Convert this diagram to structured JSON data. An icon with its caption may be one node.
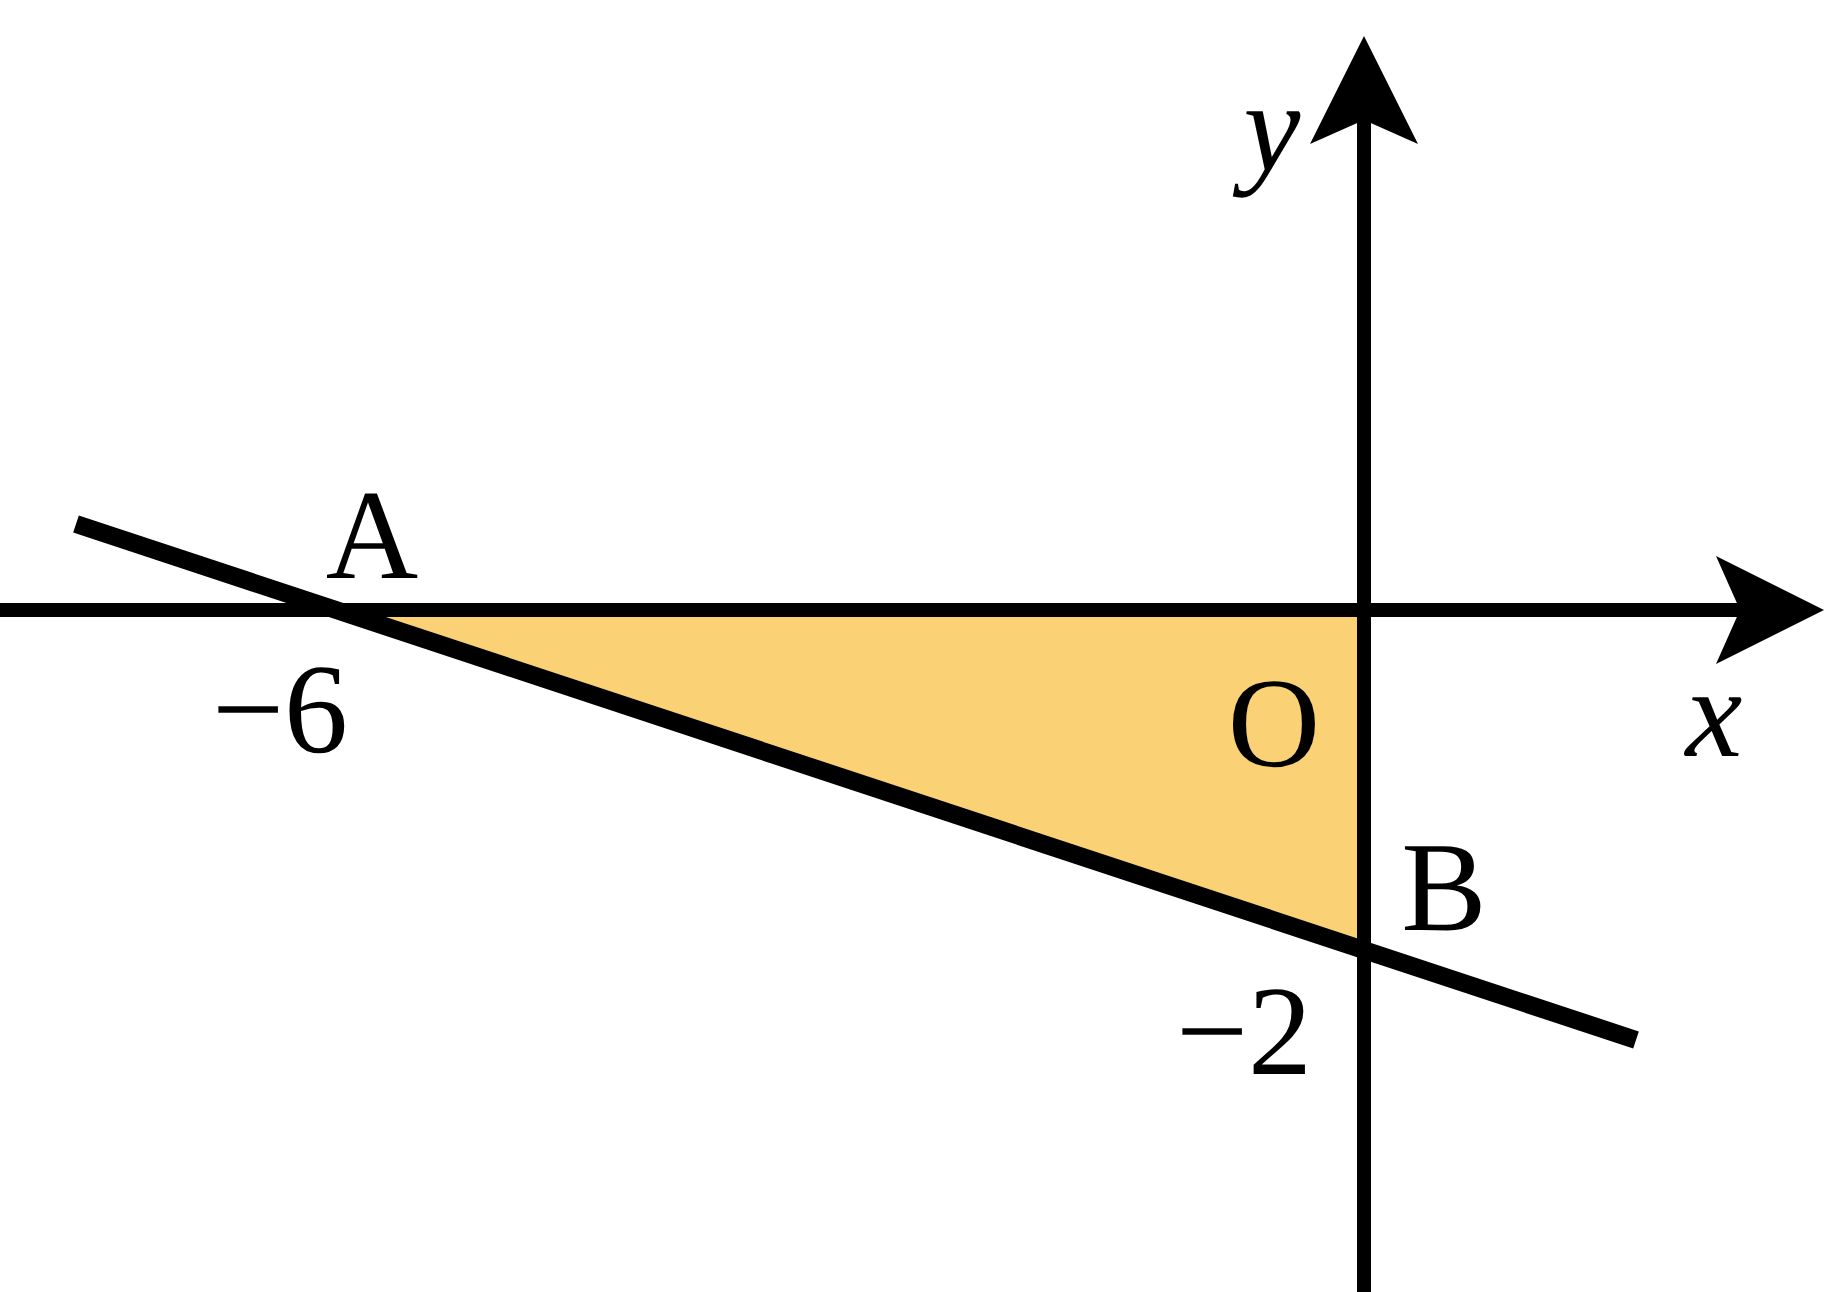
{
  "diagram": {
    "labels": [
      "y",
      "A",
      "−6",
      "O",
      "x",
      "B",
      "−2"
    ]
  }
}
